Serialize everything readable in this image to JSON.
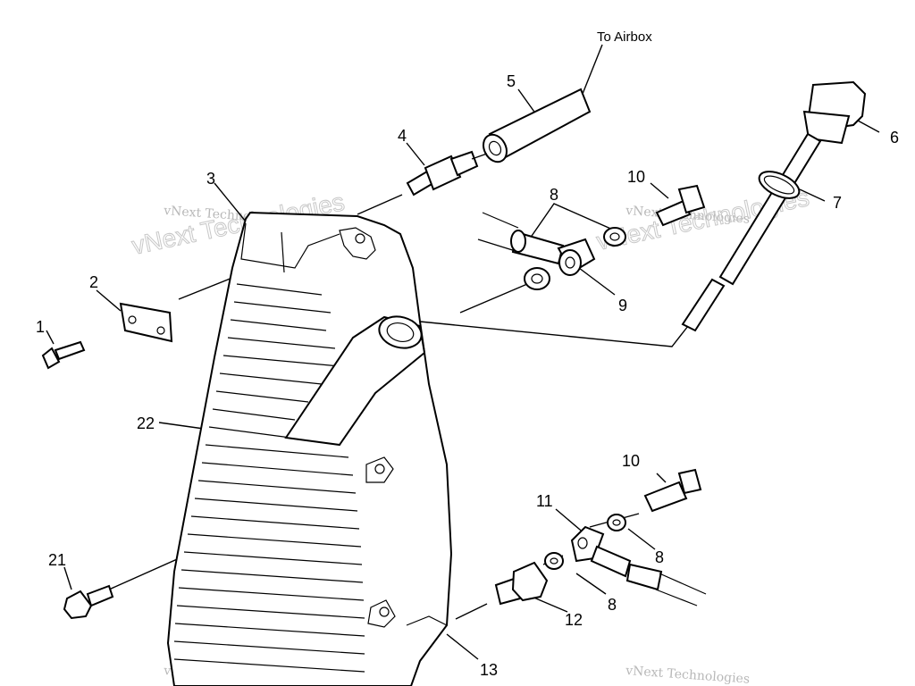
{
  "annotation": "To Airbox",
  "labels": {
    "p1": "1",
    "p2": "2",
    "p3": "3",
    "p4": "4",
    "p5": "5",
    "p6": "6",
    "p7": "7",
    "p8a": "8",
    "p8b": "8",
    "p8c": "8",
    "p9": "9",
    "p10a": "10",
    "p10b": "10",
    "p11": "11",
    "p12": "12",
    "p13": "13",
    "p21": "21",
    "p22": "22"
  },
  "watermark": {
    "line1": "vNext Technologies",
    "line2": "vNext Technologies"
  }
}
